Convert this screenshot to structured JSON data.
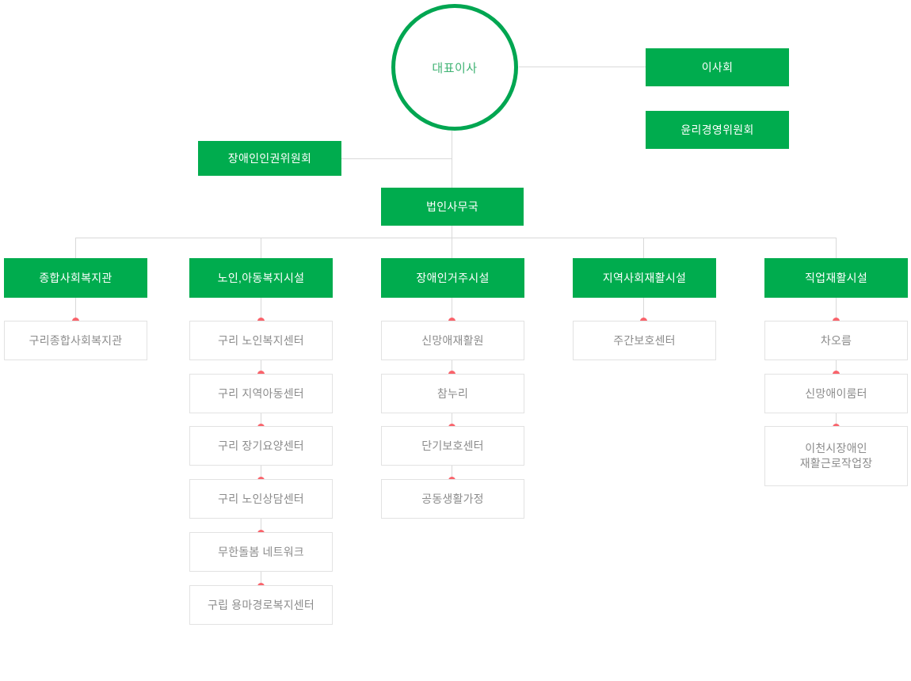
{
  "chart_title": "",
  "colors": {
    "unit_green": "#00ac4e",
    "root_border_green": "#00a651",
    "root_text_green": "#3fb373",
    "leaf_border": "#e2e2e2",
    "leaf_text": "#8c8c8c",
    "connector_line": "#d9d9d9",
    "connector_dot": "#f9636b",
    "background": "#ffffff"
  },
  "root": {
    "label": "대표이사"
  },
  "side_units": [
    {
      "label": "이사회"
    },
    {
      "label": "윤리경영위원회"
    }
  ],
  "left_unit": {
    "label": "장애인인권위원회"
  },
  "office": {
    "label": "법인사무국"
  },
  "columns": [
    {
      "header": "종합사회복지관",
      "items": [
        "구리종합사회복지관"
      ]
    },
    {
      "header": "노인,아동복지시설",
      "items": [
        "구리 노인복지센터",
        "구리 지역아동센터",
        "구리 장기요양센터",
        "구리 노인상담센터",
        "무한돌봄 네트워크",
        "구립 용마경로복지센터"
      ]
    },
    {
      "header": "장애인거주시설",
      "items": [
        "신망애재활원",
        "참누리",
        "단기보호센터",
        "공동생활가정"
      ]
    },
    {
      "header": "지역사회재활시설",
      "items": [
        "주간보호센터"
      ]
    },
    {
      "header": "직업재활시설",
      "items": [
        "차오름",
        "신망애이룸터",
        "이천시장애인\n재활근로작업장"
      ]
    }
  ]
}
